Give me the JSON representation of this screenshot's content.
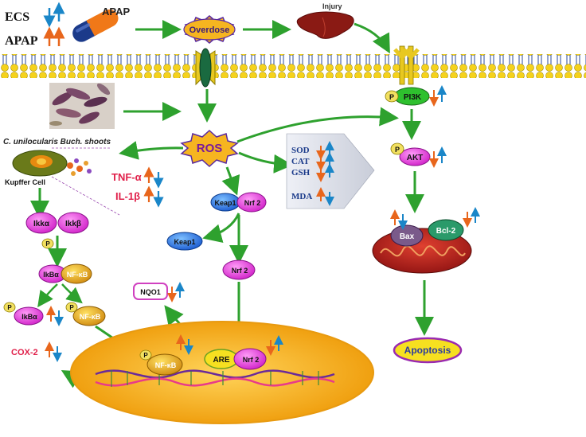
{
  "legend": {
    "ecs": "ECS",
    "apap": "APAP"
  },
  "pill": {
    "label": "APAP"
  },
  "overdose": {
    "label": "Overdose"
  },
  "injury": {
    "label": "Injury"
  },
  "plant": {
    "caption": "C. unilocularis Buch. shoots"
  },
  "ros": {
    "label": "ROS"
  },
  "kupffer": {
    "label": "Kupffer Cell"
  },
  "cytokines": [
    {
      "label": "TNF-α"
    },
    {
      "label": "IL-1β"
    }
  ],
  "oxidative": {
    "sod": "SOD",
    "cat": "CAT",
    "gsh": "GSH",
    "mda": "MDA"
  },
  "pathway": {
    "pi3k": "PI3K",
    "akt": "AKT",
    "p": "P",
    "bax": "Bax",
    "bcl2": "Bcl-2",
    "apoptosis": "Apoptosis",
    "keap1": "Keap1",
    "nrf2": "Nrf 2",
    "nqo1": "NQO1",
    "are": "ARE",
    "ikka": "Ikkα",
    "ikkb": "Ikkβ",
    "ikba": "IkBα",
    "nfkb": "NF-κB",
    "cox2": "COX-2"
  },
  "colors": {
    "up": "#e8661c",
    "down": "#1a86c8",
    "arrow": "#2ea12e",
    "membrane": "#f5d21c"
  }
}
